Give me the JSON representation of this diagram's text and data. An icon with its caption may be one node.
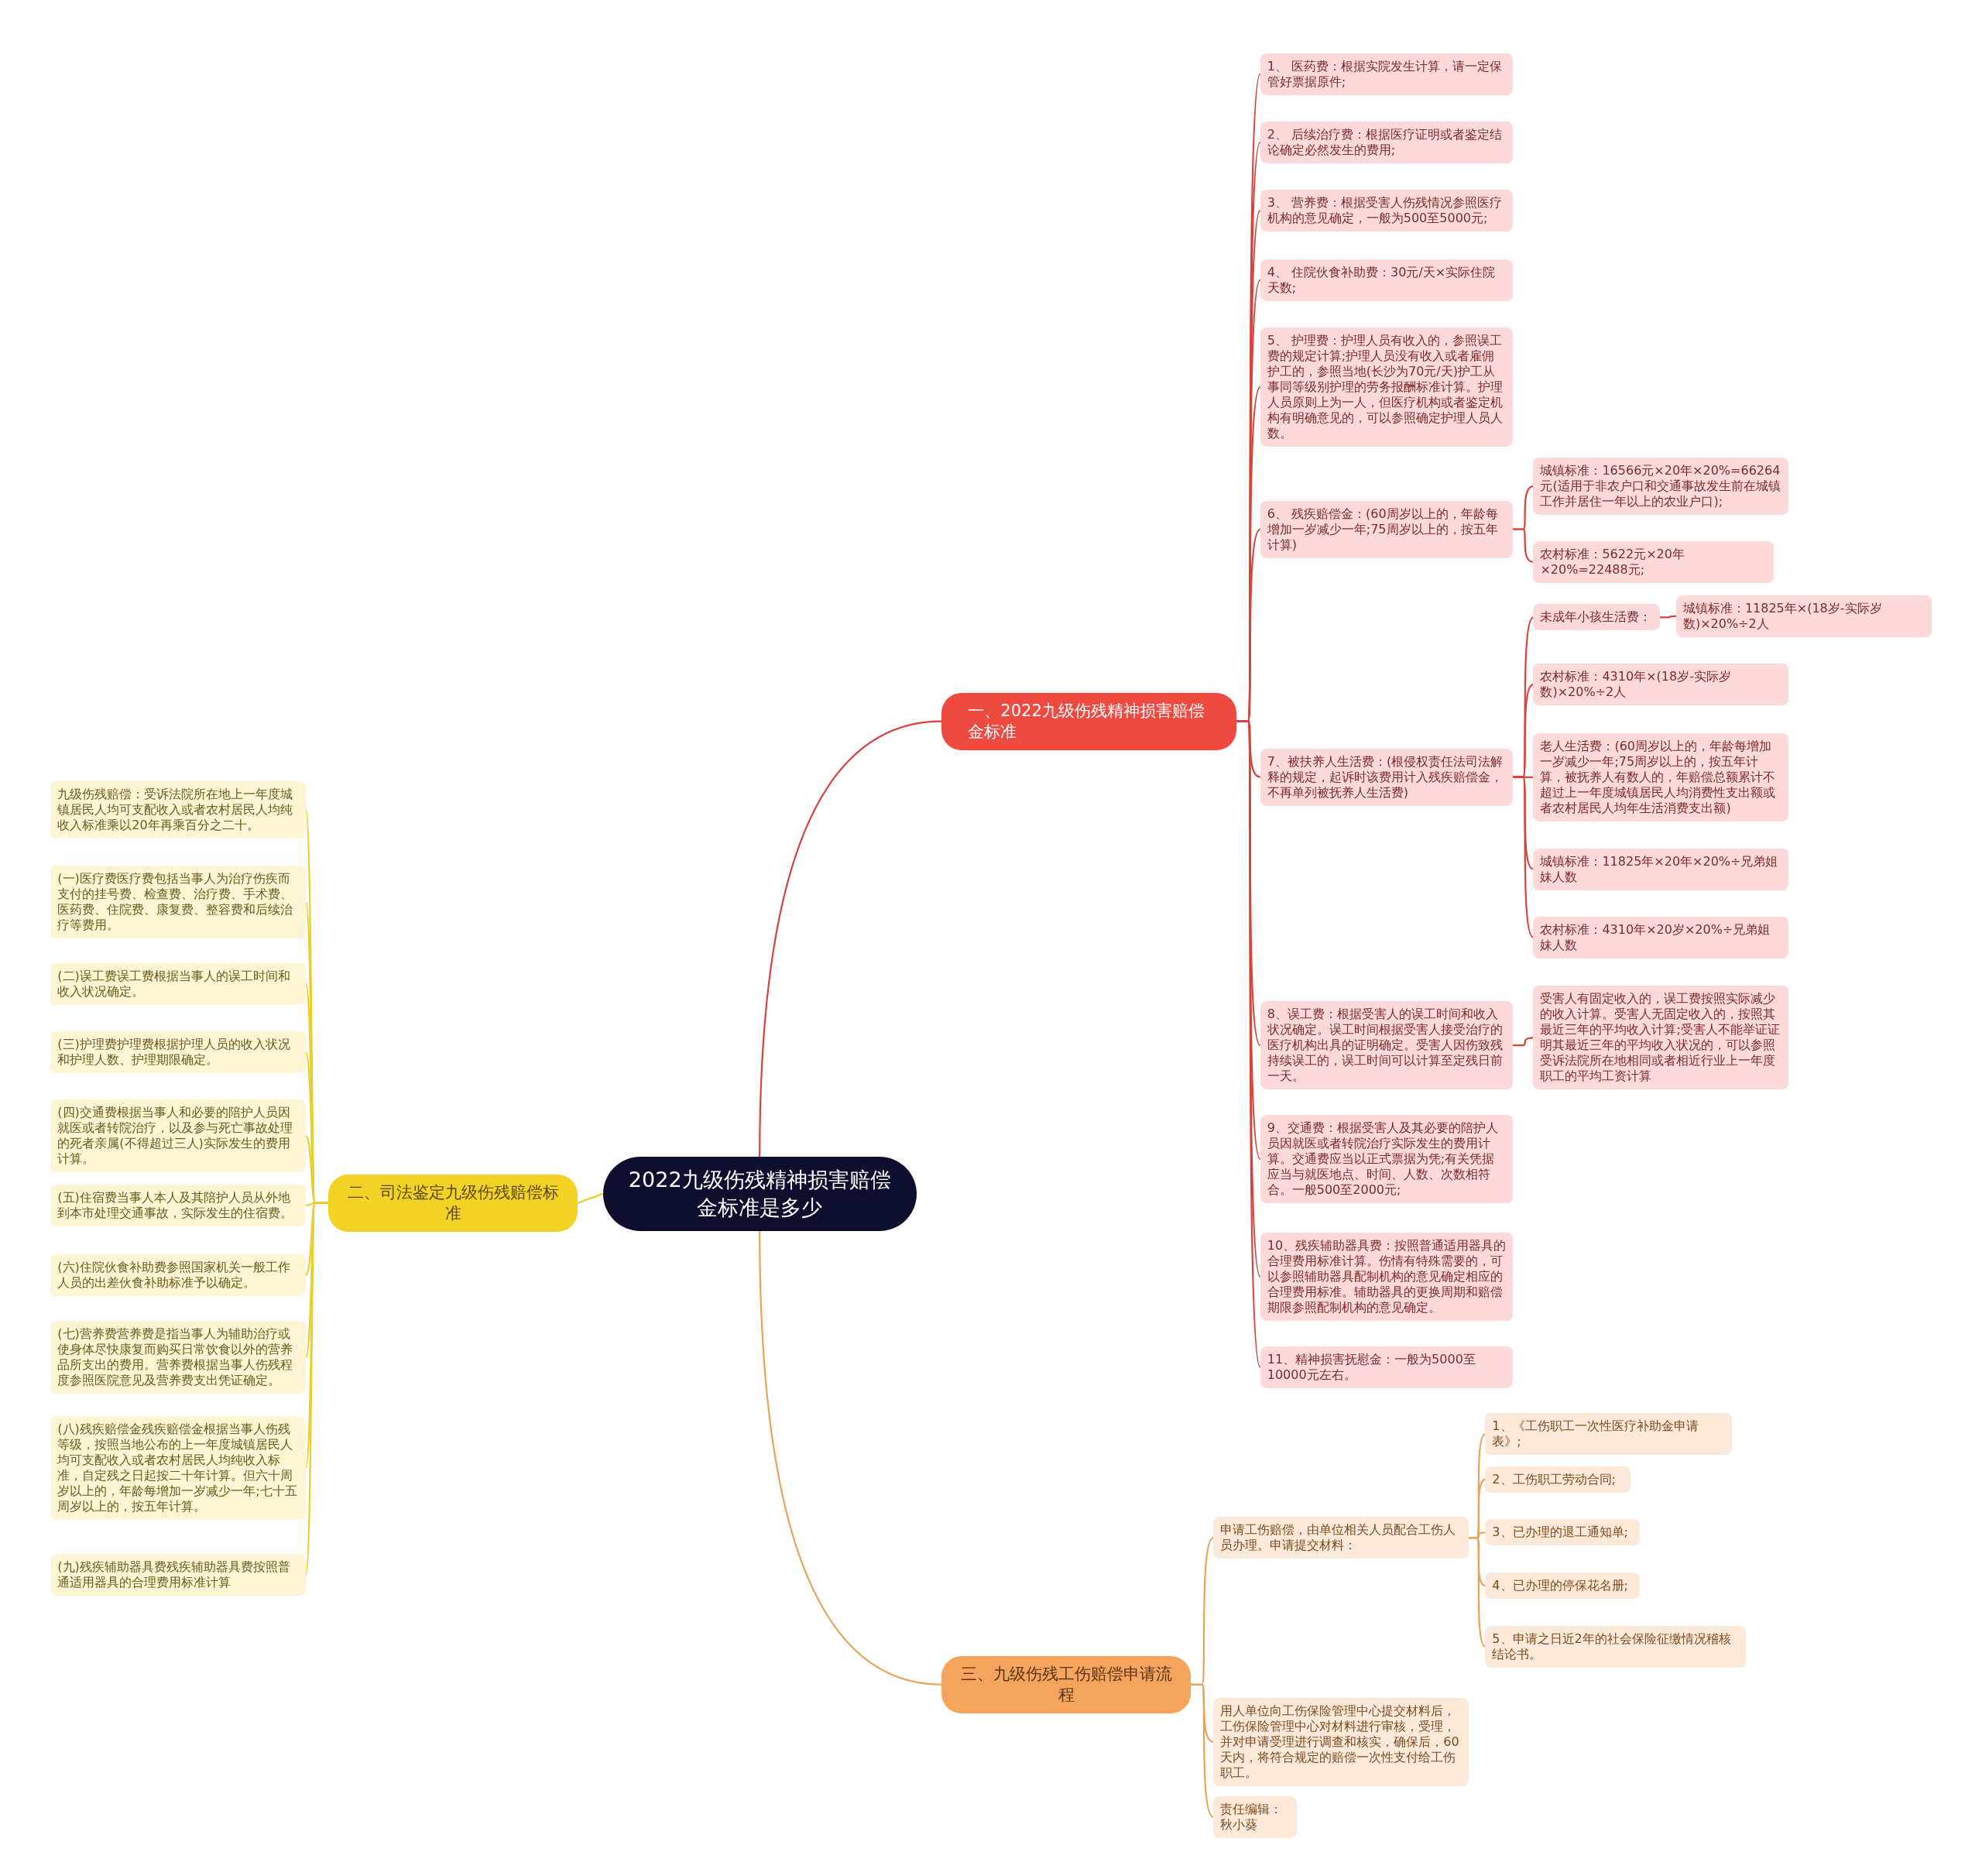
{
  "diagram": {
    "nodes": [
      {
        "text": [
          "2022九级伤残精神损害赔偿金标准是多少"
        ]
      },
      {
        "text": [
          "一、2022九级伤残精神损害赔偿金标准"
        ]
      },
      {
        "text": [
          "1、 医药费：根据实院发生计算，请一定保管好票据原件;"
        ]
      },
      {
        "text": [
          "2、 后续治疗费：根据医疗证明或者鉴定结论确定必然发生的费用;"
        ]
      },
      {
        "text": [
          "3、 营养费：根据受害人伤残情况参照医疗机构的意见确定，一般为500至5000元;"
        ]
      },
      {
        "text": [
          "4、 住院伙食补助费：30元/天×实际住院天数;"
        ]
      },
      {
        "text": [
          "5、 护理费：护理人员有收入的，参照误工费的规定计算;护理人员没有收入或者雇佣护工的，参照当地(长沙为70元/天)护工从事同等级别护理的劳务报酬标准计算。护理人员原则上为一人，但医疗机构或者鉴定机构有明确意见的，可以参照确定护理人员人数。"
        ]
      },
      {
        "text": [
          "6、 残疾赔偿金：(60周岁以上的，年龄每增加一岁减少一年;75周岁以上的，按五年计算)"
        ]
      },
      {
        "text": [
          "城镇标准：16566元×20年×20%=66264元(适用于非农户口和交通事故发生前在城镇工作并居住一年以上的农业户口);"
        ]
      },
      {
        "text": [
          "农村标准：5622元×20年×20%=22488元;"
        ]
      },
      {
        "text": [
          "7、被扶养人生活费：(根侵权责任法司法解释的规定，起诉时该费用计入残疾赔偿金，不再单列被抚养人生活费)"
        ]
      },
      {
        "text": [
          "未成年小孩生活费："
        ]
      },
      {
        "text": [
          "城镇标准：11825年×(18岁-实际岁数)×20%÷2人"
        ]
      },
      {
        "text": [
          "农村标准：4310年×(18岁-实际岁数)×20%÷2人"
        ]
      },
      {
        "text": [
          "老人生活费：(60周岁以上的，年龄每增加一岁减少一年;75周岁以上的，按五年计算，被抚养人有数人的，年赔偿总额累计不超过上一年度城镇居民人均消费性支出额或者农村居民人均年生活消费支出额)"
        ]
      },
      {
        "text": [
          "城镇标准：11825年×20年×20%÷兄弟姐妹人数"
        ]
      },
      {
        "text": [
          "农村标准：4310年×20岁×20%÷兄弟姐妹人数"
        ]
      },
      {
        "text": [
          "8、误工费：根据受害人的误工时间和收入状况确定。误工时间根据受害人接受治疗的医疗机构出具的证明确定。受害人因伤致残持续误工的，误工时间可以计算至定残日前一天。"
        ]
      },
      {
        "text": [
          "受害人有固定收入的，误工费按照实际减少的收入计算。受害人无固定收入的，按照其最近三年的平均收入计算;受害人不能举证证明其最近三年的平均收入状况的，可以参照受诉法院所在地相同或者相近行业上一年度职工的平均工资计算"
        ]
      },
      {
        "text": [
          "9、交通费：根据受害人及其必要的陪护人员因就医或者转院治疗实际发生的费用计算。交通费应当以正式票据为凭;有关凭据应当与就医地点、时间、人数、次数相符合。一般500至2000元;"
        ]
      },
      {
        "text": [
          "10、残疾辅助器具费：按照普通适用器具的合理费用标准计算。伤情有特殊需要的，可以参照辅助器具配制机构的意见确定相应的合理费用标准。辅助器具的更换周期和赔偿期限参照配制机构的意见确定。"
        ]
      },
      {
        "text": [
          "11、精神损害抚慰金：一般为5000至10000元左右。"
        ]
      },
      {
        "text": [
          "二、司法鉴定九级伤残赔偿标准"
        ]
      },
      {
        "text": [
          "九级伤残赔偿：受诉法院所在地上一年度城镇居民人均可支配收入或者农村居民人均纯收入标准乘以20年再乘百分之二十。"
        ]
      },
      {
        "text": [
          "(一)医疗费医疗费包括当事人为治疗伤疾而支付的挂号费、检查费、治疗费、手术费、医药费、住院费、康复费、整容费和后续治疗等费用。"
        ]
      },
      {
        "text": [
          "(二)误工费误工费根据当事人的误工时间和收入状况确定。"
        ]
      },
      {
        "text": [
          "(三)护理费护理费根据护理人员的收入状况和护理人数、护理期限确定。"
        ]
      },
      {
        "text": [
          "(四)交通费根据当事人和必要的陪护人员因就医或者转院治疗，以及参与死亡事故处理的死者亲属(不得超过三人)实际发生的费用计算。"
        ]
      },
      {
        "text": [
          "(五)住宿费当事人本人及其陪护人员从外地到本市处理交通事故，实际发生的住宿费。"
        ]
      },
      {
        "text": [
          "(六)住院伙食补助费参照国家机关一般工作人员的出差伙食补助标准予以确定。"
        ]
      },
      {
        "text": [
          "(七)营养费营养费是指当事人为辅助治疗或使身体尽快康复而购买日常饮食以外的营养品所支出的费用。营养费根据当事人伤残程度参照医院意见及营养费支出凭证确定。"
        ]
      },
      {
        "text": [
          "(八)残疾赔偿金残疾赔偿金根据当事人伤残等级，按照当地公布的上一年度城镇居民人均可支配收入或者农村居民人均纯收入标准，自定残之日起按二十年计算。但六十周岁以上的，年龄每增加一岁减少一年;七十五周岁以上的，按五年计算。"
        ]
      },
      {
        "text": [
          "(九)残疾辅助器具费残疾辅助器具费按照普通适用器具的合理费用标准计算"
        ]
      },
      {
        "text": [
          "三、九级伤残工伤赔偿申请流程"
        ]
      },
      {
        "text": [
          "申请工伤赔偿，由单位相关人员配合工伤人员办理。申请提交材料："
        ]
      },
      {
        "text": [
          "1、《工伤职工一次性医疗补助金申请表》;"
        ]
      },
      {
        "text": [
          "2、工伤职工劳动合同;"
        ]
      },
      {
        "text": [
          "3、已办理的退工通知单;"
        ]
      },
      {
        "text": [
          "4、已办理的停保花名册;"
        ]
      },
      {
        "text": [
          "5、申请之日近2年的社会保险征缴情况稽核结论书。"
        ]
      },
      {
        "text": [
          "用人单位向工伤保险管理中心提交材料后，工伤保险管理中心对材料进行审核，受理，并对申请受理进行调查和核实，确保后，60天内，将符合规定的赔偿一次性支付给工伤职工。"
        ]
      },
      {
        "text": [
          "责任编辑：秋小葵"
        ]
      }
    ],
    "edges": [
      {
        "from": 0,
        "to": 1,
        "arrow": "none"
      },
      {
        "from": 1,
        "to": 2,
        "arrow": "none"
      },
      {
        "from": 1,
        "to": 3,
        "arrow": "none"
      },
      {
        "from": 1,
        "to": 4,
        "arrow": "none"
      },
      {
        "from": 1,
        "to": 5,
        "arrow": "none"
      },
      {
        "from": 1,
        "to": 6,
        "arrow": "none"
      },
      {
        "from": 1,
        "to": 7,
        "arrow": "none"
      },
      {
        "from": 7,
        "to": 8,
        "arrow": "none"
      },
      {
        "from": 7,
        "to": 9,
        "arrow": "none"
      },
      {
        "from": 1,
        "to": 10,
        "arrow": "none"
      },
      {
        "from": 10,
        "to": 11,
        "arrow": "none"
      },
      {
        "from": 11,
        "to": 12,
        "arrow": "none"
      },
      {
        "from": 10,
        "to": 13,
        "arrow": "none"
      },
      {
        "from": 10,
        "to": 14,
        "arrow": "none"
      },
      {
        "from": 10,
        "to": 15,
        "arrow": "none"
      },
      {
        "from": 10,
        "to": 16,
        "arrow": "none"
      },
      {
        "from": 1,
        "to": 17,
        "arrow": "none"
      },
      {
        "from": 17,
        "to": 18,
        "arrow": "none"
      },
      {
        "from": 1,
        "to": 19,
        "arrow": "none"
      },
      {
        "from": 1,
        "to": 20,
        "arrow": "none"
      },
      {
        "from": 1,
        "to": 21,
        "arrow": "none"
      },
      {
        "from": 0,
        "to": 22,
        "arrow": "none",
        "color": "#e8cf2a"
      },
      {
        "from": 22,
        "to": 23,
        "arrow": "none",
        "color": "#e8cf2a"
      },
      {
        "from": 22,
        "to": 24,
        "arrow": "none",
        "color": "#e8cf2a"
      },
      {
        "from": 22,
        "to": 25,
        "arrow": "none",
        "color": "#e8cf2a"
      },
      {
        "from": 22,
        "to": 26,
        "arrow": "none",
        "color": "#e8cf2a"
      },
      {
        "from": 22,
        "to": 27,
        "arrow": "none",
        "color": "#e8cf2a"
      },
      {
        "from": 22,
        "to": 28,
        "arrow": "none",
        "color": "#e8cf2a"
      },
      {
        "from": 22,
        "to": 29,
        "arrow": "none",
        "color": "#e8cf2a"
      },
      {
        "from": 22,
        "to": 30,
        "arrow": "none",
        "color": "#e8cf2a"
      },
      {
        "from": 22,
        "to": 31,
        "arrow": "none",
        "color": "#e8cf2a"
      },
      {
        "from": 22,
        "to": 32,
        "arrow": "none",
        "color": "#e8cf2a"
      },
      {
        "from": 0,
        "to": 33,
        "arrow": "none",
        "color": "#e8a35a"
      },
      {
        "from": 33,
        "to": 34,
        "arrow": "none",
        "color": "#e8a35a"
      },
      {
        "from": 34,
        "to": 35,
        "arrow": "none",
        "color": "#e8a35a"
      },
      {
        "from": 34,
        "to": 36,
        "arrow": "none",
        "color": "#e8a35a"
      },
      {
        "from": 34,
        "to": 37,
        "arrow": "none",
        "color": "#e8a35a"
      },
      {
        "from": 34,
        "to": 38,
        "arrow": "none",
        "color": "#e8a35a"
      },
      {
        "from": 34,
        "to": 39,
        "arrow": "none",
        "color": "#e8a35a"
      },
      {
        "from": 33,
        "to": 40,
        "arrow": "none",
        "color": "#e8a35a"
      },
      {
        "from": 33,
        "to": 41,
        "arrow": "none",
        "color": "#e8a35a"
      }
    ]
  }
}
